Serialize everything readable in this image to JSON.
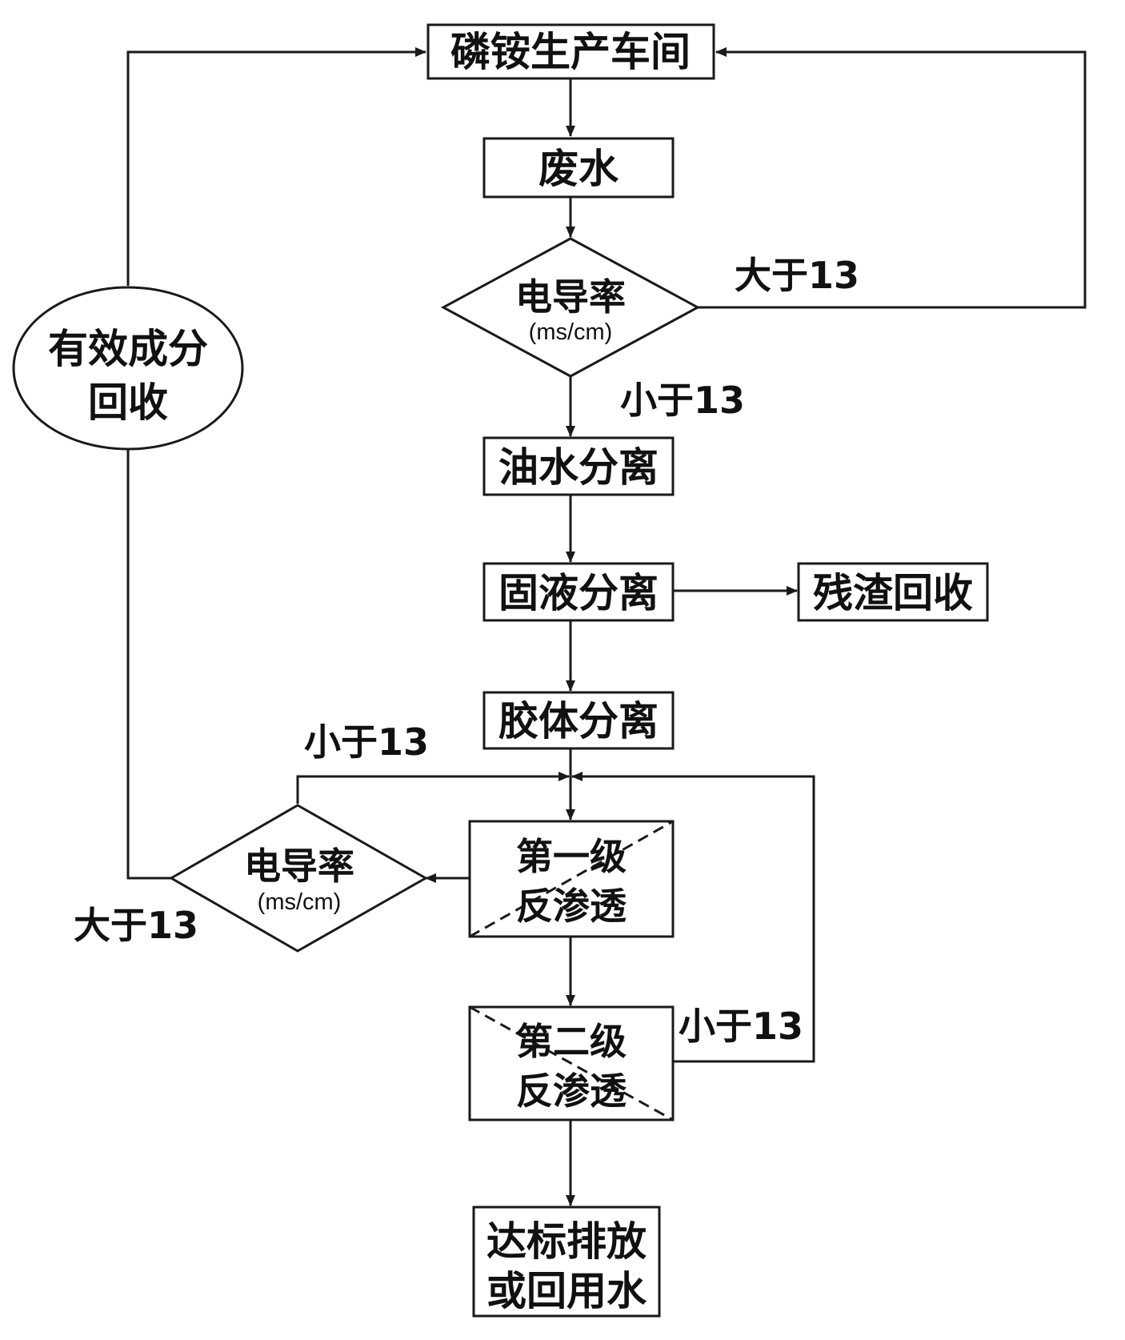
{
  "nodes": {
    "workshop": "磷铵生产车间",
    "wastewater": "废水",
    "conductivity_top": {
      "title": "电导率",
      "unit": "(ms/cm)"
    },
    "oil_water": "油水分离",
    "solid_liquid": "固液分离",
    "residue": "残渣回收",
    "colloid": "胶体分离",
    "ro1": {
      "line1": "第一级",
      "line2": "反渗透"
    },
    "ro2": {
      "line1": "第二级",
      "line2": "反渗透"
    },
    "conductivity_bottom": {
      "title": "电导率",
      "unit": "(ms/cm)"
    },
    "recovery": {
      "line1": "有效成分",
      "line2": "回收"
    },
    "discharge": {
      "line1": "达标排放",
      "line2": "或回用水"
    }
  },
  "edge_labels": {
    "top_greater": "大于13",
    "top_less": "小于13",
    "bottom_less": "小于13",
    "bottom_greater": "大于13",
    "ro2_less": "小于13"
  }
}
